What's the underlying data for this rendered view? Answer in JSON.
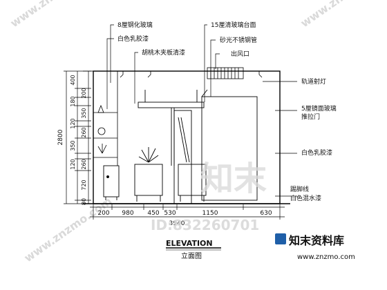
{
  "title": "ELEVATION",
  "subtitle": "立面图",
  "callouts_top": [
    "8厘钢化玻璃",
    "白色乳胶漆",
    "胡桃木夹板清漆",
    "15厘清玻璃台面",
    "砂光不锈钢管",
    "出风口"
  ],
  "callouts_right": [
    "轨道射灯",
    "5厘镜面玻璃",
    "推拉门",
    "白色乳胶漆",
    "踢脚线",
    "白色混水漆"
  ],
  "overall_height": "2800",
  "vertical_dims": [
    "400",
    "200",
    "180",
    "350",
    "120",
    "260",
    "350",
    "120",
    "260",
    "720",
    "80"
  ],
  "horizontal_dims": [
    "200",
    "980",
    "450",
    "530",
    "1150",
    "630"
  ],
  "total_width": "3940",
  "watermark": {
    "big_text": "知末",
    "id_text": "ID:832260701",
    "brand_text": "知末资料库",
    "url_text": "www.znzmo.com"
  }
}
